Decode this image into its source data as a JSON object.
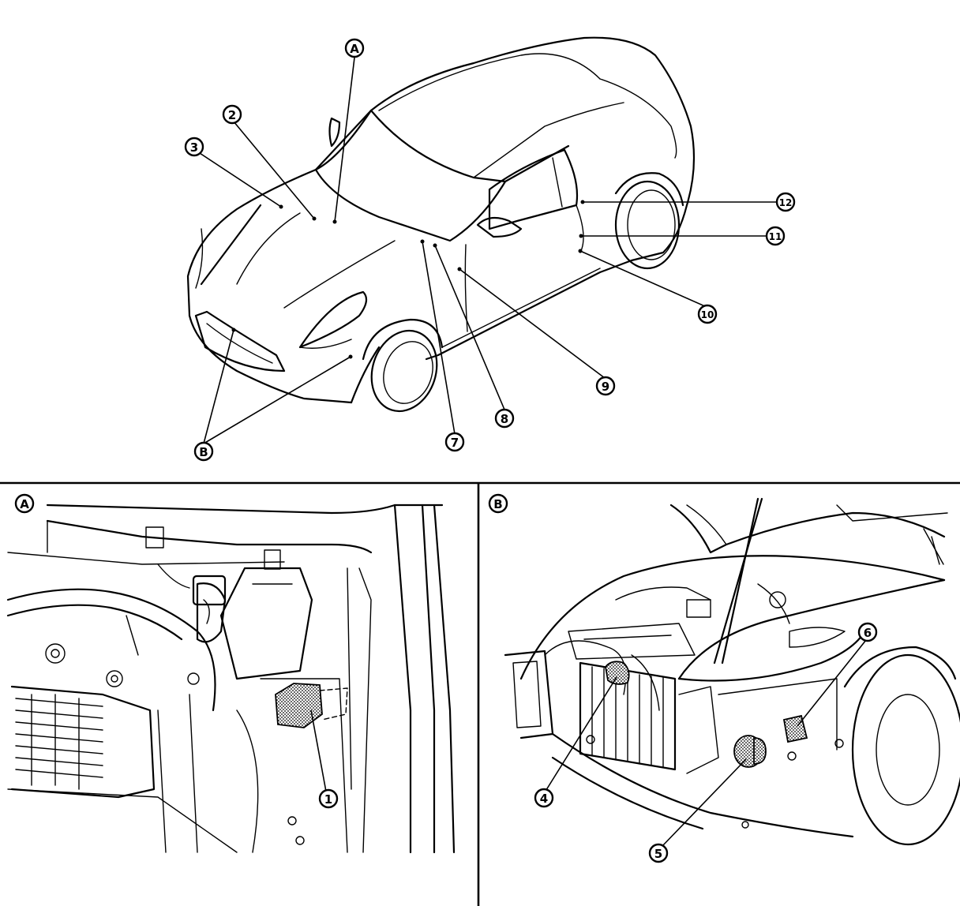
{
  "overview": {
    "callouts": [
      {
        "id": "A",
        "label": "A"
      },
      {
        "id": "B",
        "label": "B"
      },
      {
        "id": "2",
        "label": "2"
      },
      {
        "id": "3",
        "label": "3"
      },
      {
        "id": "7",
        "label": "7"
      },
      {
        "id": "8",
        "label": "8"
      },
      {
        "id": "9",
        "label": "9"
      },
      {
        "id": "10",
        "label": "10"
      },
      {
        "id": "11",
        "label": "11"
      },
      {
        "id": "12",
        "label": "12"
      }
    ]
  },
  "detail_a": {
    "view_label": "A",
    "callouts": [
      {
        "id": "1",
        "label": "1"
      }
    ]
  },
  "detail_b": {
    "view_label": "B",
    "callouts": [
      {
        "id": "4",
        "label": "4"
      },
      {
        "id": "5",
        "label": "5"
      },
      {
        "id": "6",
        "label": "6"
      }
    ]
  }
}
